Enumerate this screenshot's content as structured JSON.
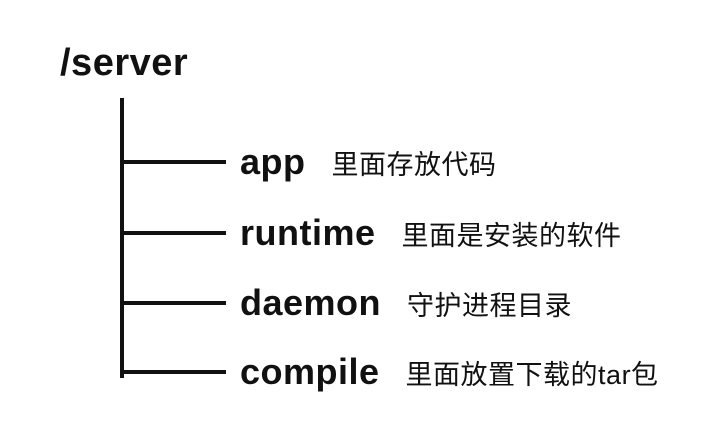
{
  "diagram": {
    "type": "directory-tree",
    "colors": {
      "text": "#111111",
      "line": "#111111",
      "background": "#ffffff"
    },
    "root": {
      "label": "/server"
    },
    "children": [
      {
        "label": "app",
        "description": "里面存放代码"
      },
      {
        "label": "runtime",
        "description": "里面是安装的软件"
      },
      {
        "label": "daemon",
        "description": "守护进程目录"
      },
      {
        "label": "compile",
        "description": "里面放置下载的tar包"
      }
    ]
  }
}
